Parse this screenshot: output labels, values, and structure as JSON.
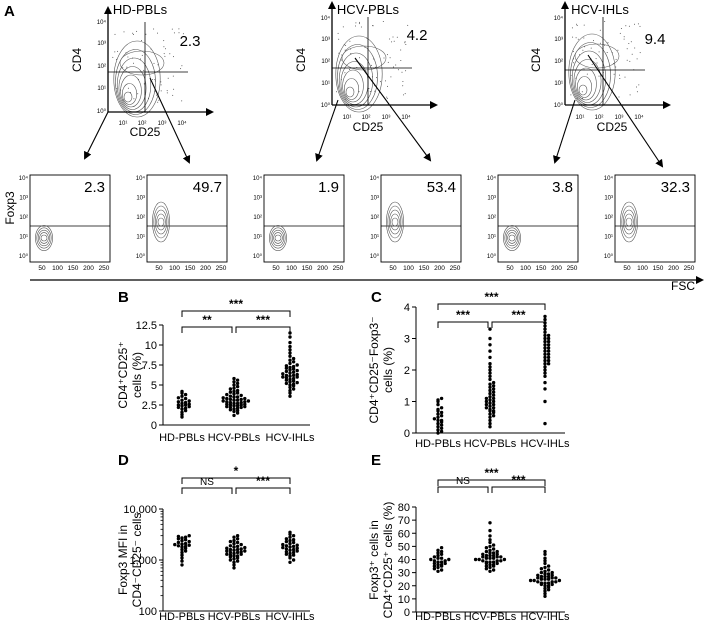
{
  "figure": {
    "panel_labels": [
      "A",
      "B",
      "C",
      "D",
      "E"
    ]
  },
  "panel_a": {
    "top_plots": [
      {
        "title": "HD-PBLs",
        "ylabel": "CD4",
        "xlabel": "CD25",
        "value": "2.3"
      },
      {
        "title": "HCV-PBLs",
        "ylabel": "CD4",
        "xlabel": "CD25",
        "value": "4.2"
      },
      {
        "title": "HCV-IHLs",
        "ylabel": "CD4",
        "xlabel": "CD25",
        "value": "9.4"
      }
    ],
    "top_xticks": [
      "10¹",
      "10²",
      "10³",
      "10⁴"
    ],
    "top_yticks": [
      "10⁰",
      "10¹",
      "10²",
      "10³",
      "10⁴"
    ],
    "bottom_plots": [
      {
        "value": "2.3"
      },
      {
        "value": "49.7"
      },
      {
        "value": "1.9"
      },
      {
        "value": "53.4"
      },
      {
        "value": "3.8"
      },
      {
        "value": "32.3"
      }
    ],
    "bottom_xticks": [
      "50",
      "100",
      "150",
      "200",
      "250"
    ],
    "bottom_yticks": [
      "10⁰",
      "10¹",
      "10²",
      "10³",
      "10⁴"
    ],
    "bottom_ylabel": "Foxp3",
    "bottom_xlabel": "FSC"
  },
  "chart_data": [
    {
      "type": "scatter",
      "panel": "B",
      "ylabel": "CD4⁺CD25⁺ cells (%)",
      "ylabel_lines": [
        "CD4⁺CD25⁺",
        "cells (%)"
      ],
      "categories": [
        "HD-PBLs",
        "HCV-PBLs",
        "HCV-IHLs"
      ],
      "yscale": "linear",
      "ylim": [
        0,
        12.5
      ],
      "yticks": [
        0,
        2.5,
        5,
        7.5,
        10,
        12.5
      ],
      "ytick_labels": [
        "0",
        "2.5",
        "5",
        "7.5",
        "10",
        "12.5"
      ],
      "series": [
        {
          "values": [
            1.0,
            1.3,
            1.6,
            1.8,
            2.0,
            2.1,
            2.2,
            2.3,
            2.4,
            2.5,
            2.5,
            2.6,
            2.7,
            2.8,
            2.9,
            3.0,
            3.1,
            3.3,
            3.4,
            3.6,
            3.8,
            4.0,
            4.2
          ]
        },
        {
          "values": [
            1.2,
            1.5,
            1.7,
            1.8,
            1.9,
            2.0,
            2.1,
            2.2,
            2.2,
            2.3,
            2.3,
            2.4,
            2.4,
            2.5,
            2.5,
            2.6,
            2.6,
            2.7,
            2.7,
            2.8,
            2.8,
            2.9,
            2.9,
            3.0,
            3.0,
            3.1,
            3.1,
            3.2,
            3.2,
            3.3,
            3.3,
            3.4,
            3.5,
            3.5,
            3.6,
            3.7,
            3.8,
            3.9,
            4.0,
            4.1,
            4.2,
            4.3,
            4.5,
            4.6,
            4.8,
            5.0,
            5.2,
            5.4,
            5.6,
            5.8
          ]
        },
        {
          "values": [
            3.6,
            4.0,
            4.3,
            4.5,
            4.7,
            4.9,
            5.0,
            5.1,
            5.2,
            5.3,
            5.4,
            5.5,
            5.6,
            5.7,
            5.8,
            5.9,
            6.0,
            6.0,
            6.1,
            6.2,
            6.2,
            6.3,
            6.4,
            6.5,
            6.6,
            6.7,
            6.8,
            6.9,
            7.0,
            7.1,
            7.2,
            7.3,
            7.4,
            7.5,
            7.7,
            7.9,
            8.1,
            8.3,
            8.6,
            9.0,
            9.4,
            9.8,
            10.3,
            11.0,
            11.5
          ]
        }
      ],
      "comparisons": [
        {
          "from": 0,
          "to": 1,
          "label": "**"
        },
        {
          "from": 1,
          "to": 2,
          "label": "***"
        },
        {
          "from": 0,
          "to": 2,
          "label": "***"
        }
      ]
    },
    {
      "type": "scatter",
      "panel": "C",
      "ylabel": "CD4⁺CD25⁻Foxp3⁻ cells (%)",
      "ylabel_lines": [
        "CD4⁺CD25⁻Foxp3⁻",
        "cells (%)"
      ],
      "categories": [
        "HD-PBLs",
        "HCV-PBLs",
        "HCV-IHLs"
      ],
      "yscale": "linear",
      "ylim": [
        0,
        4
      ],
      "yticks": [
        0,
        1,
        2,
        3,
        4
      ],
      "ytick_labels": [
        "0",
        "1",
        "2",
        "3",
        "4"
      ],
      "series": [
        {
          "values": [
            0.0,
            0.05,
            0.1,
            0.15,
            0.2,
            0.25,
            0.3,
            0.35,
            0.4,
            0.4,
            0.45,
            0.5,
            0.55,
            0.6,
            0.65,
            0.7,
            0.75,
            0.8,
            0.9,
            1.0,
            1.05,
            1.1
          ]
        },
        {
          "values": [
            0.2,
            0.3,
            0.4,
            0.5,
            0.55,
            0.6,
            0.65,
            0.7,
            0.7,
            0.75,
            0.8,
            0.8,
            0.85,
            0.9,
            0.9,
            0.95,
            1.0,
            1.0,
            1.05,
            1.1,
            1.1,
            1.15,
            1.2,
            1.25,
            1.3,
            1.35,
            1.4,
            1.45,
            1.5,
            1.55,
            1.6,
            1.7,
            1.8,
            1.9,
            2.0,
            2.1,
            2.2,
            2.4,
            2.6,
            2.8,
            3.0,
            3.3
          ]
        },
        {
          "values": [
            0.3,
            1.0,
            1.4,
            1.6,
            1.8,
            1.9,
            2.0,
            2.1,
            2.2,
            2.2,
            2.3,
            2.3,
            2.4,
            2.4,
            2.5,
            2.5,
            2.6,
            2.6,
            2.7,
            2.7,
            2.8,
            2.8,
            2.9,
            2.9,
            3.0,
            3.0,
            3.1,
            3.1,
            3.2,
            3.3,
            3.4,
            3.5,
            3.6,
            3.7
          ]
        }
      ],
      "comparisons": [
        {
          "from": 0,
          "to": 1,
          "label": "***"
        },
        {
          "from": 1,
          "to": 2,
          "label": "***"
        },
        {
          "from": 0,
          "to": 2,
          "label": "***"
        }
      ]
    },
    {
      "type": "scatter",
      "panel": "D",
      "ylabel": "Foxp3 MFI in CD4⁻CD25⁻ cells",
      "ylabel_lines": [
        "Foxp3 MFI in",
        "CD4⁻CD25⁻ cells"
      ],
      "categories": [
        "HD-PBLs",
        "HCV-PBLs",
        "HCV-IHLs"
      ],
      "yscale": "log",
      "ylim": [
        100,
        10000
      ],
      "yticks": [
        100,
        1000,
        10000
      ],
      "ytick_labels": [
        "100",
        "1,000",
        "10,000"
      ],
      "series": [
        {
          "values": [
            800,
            950,
            1100,
            1250,
            1400,
            1500,
            1600,
            1700,
            1800,
            1850,
            1900,
            1950,
            2000,
            2050,
            2100,
            2200,
            2300,
            2400,
            2500,
            2600,
            2700,
            2800,
            2900,
            3000
          ]
        },
        {
          "values": [
            700,
            800,
            900,
            950,
            1000,
            1050,
            1100,
            1150,
            1200,
            1200,
            1250,
            1300,
            1300,
            1350,
            1400,
            1400,
            1450,
            1500,
            1500,
            1550,
            1600,
            1600,
            1650,
            1700,
            1750,
            1800,
            1850,
            1900,
            2000,
            2100,
            2200,
            2300,
            2400,
            2600,
            2800,
            3000
          ]
        },
        {
          "values": [
            900,
            1000,
            1100,
            1200,
            1250,
            1300,
            1350,
            1400,
            1450,
            1500,
            1550,
            1600,
            1650,
            1700,
            1750,
            1800,
            1850,
            1900,
            1950,
            2000,
            2100,
            2200,
            2300,
            2400,
            2500,
            2600,
            2800,
            3000,
            3200,
            3500
          ]
        }
      ],
      "comparisons": [
        {
          "from": 0,
          "to": 1,
          "label": "NS"
        },
        {
          "from": 1,
          "to": 2,
          "label": "***"
        },
        {
          "from": 0,
          "to": 2,
          "label": "*"
        }
      ]
    },
    {
      "type": "scatter",
      "panel": "E",
      "ylabel": "Foxp3⁺ cells in CD4⁺CD25⁺ cells (%)",
      "ylabel_lines": [
        "Foxp3⁺ cells in",
        "CD4⁺CD25⁺ cells (%)"
      ],
      "categories": [
        "HD-PBLs",
        "HCV-PBLs",
        "HCV-IHLs"
      ],
      "yscale": "linear",
      "ylim": [
        0,
        80
      ],
      "yticks": [
        0,
        10,
        20,
        30,
        40,
        50,
        60,
        70,
        80
      ],
      "ytick_labels": [
        "0",
        "10",
        "20",
        "30",
        "40",
        "50",
        "60",
        "70",
        "80"
      ],
      "series": [
        {
          "values": [
            31,
            32,
            33,
            34,
            35,
            35,
            36,
            36,
            37,
            37,
            38,
            38,
            39,
            39,
            40,
            40,
            41,
            41,
            42,
            43,
            44,
            45,
            46,
            47,
            49
          ]
        },
        {
          "values": [
            31,
            32,
            33,
            34,
            35,
            35,
            36,
            36,
            37,
            37,
            38,
            38,
            38,
            39,
            39,
            39,
            40,
            40,
            40,
            41,
            41,
            41,
            42,
            42,
            42,
            43,
            43,
            43,
            44,
            44,
            45,
            45,
            46,
            46,
            47,
            48,
            49,
            50,
            51,
            53,
            55,
            58,
            62,
            68
          ]
        },
        {
          "values": [
            12,
            14,
            16,
            17,
            18,
            19,
            20,
            20,
            21,
            21,
            22,
            22,
            22,
            23,
            23,
            23,
            24,
            24,
            24,
            25,
            25,
            25,
            26,
            26,
            26,
            27,
            27,
            27,
            28,
            28,
            29,
            29,
            30,
            30,
            31,
            32,
            33,
            34,
            35,
            37,
            39,
            41,
            44,
            46
          ]
        }
      ],
      "comparisons": [
        {
          "from": 0,
          "to": 1,
          "label": "NS"
        },
        {
          "from": 1,
          "to": 2,
          "label": "***"
        },
        {
          "from": 0,
          "to": 2,
          "label": "***"
        }
      ]
    }
  ]
}
